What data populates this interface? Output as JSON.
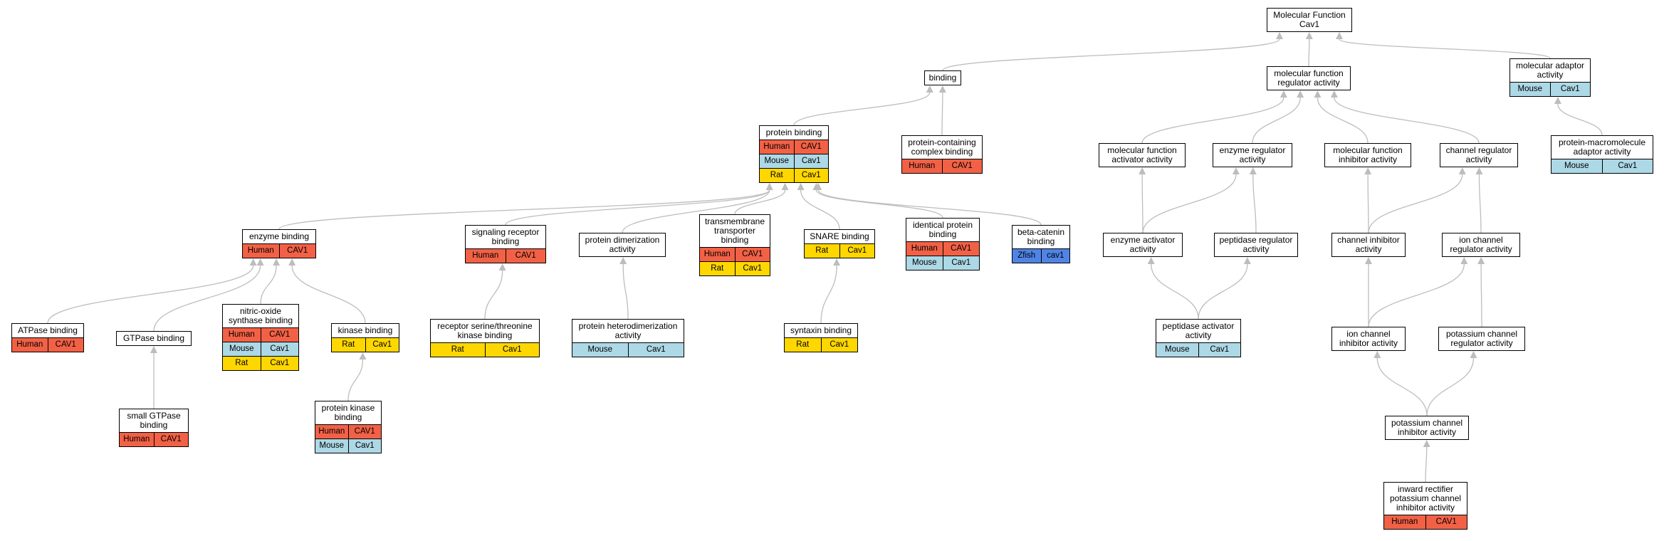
{
  "diagram": {
    "title": "",
    "colors": {
      "human": "#f26146",
      "mouse": "#add8e6",
      "rat": "#ffd700",
      "zfish": "#4f84e6",
      "edge": "#bdbdbd"
    },
    "nodes": [
      {
        "id": "mf",
        "label": "Molecular Function\nCav1",
        "rows": []
      },
      {
        "id": "binding",
        "label": "binding",
        "rows": []
      },
      {
        "id": "mfra",
        "label": "molecular function\nregulator activity",
        "rows": []
      },
      {
        "id": "maa",
        "label": "molecular adaptor\nactivity",
        "rows": [
          {
            "species": "Mouse",
            "gene": "Cav1",
            "c": "mouse"
          }
        ]
      },
      {
        "id": "pb",
        "label": "protein binding",
        "rows": [
          {
            "species": "Human",
            "gene": "CAV1",
            "c": "human"
          },
          {
            "species": "Mouse",
            "gene": "Cav1",
            "c": "mouse"
          },
          {
            "species": "Rat",
            "gene": "Cav1",
            "c": "rat"
          }
        ]
      },
      {
        "id": "pccb",
        "label": "protein-containing\ncomplex binding",
        "rows": [
          {
            "species": "Human",
            "gene": "CAV1",
            "c": "human"
          }
        ]
      },
      {
        "id": "mfaa",
        "label": "molecular function\nactivator activity",
        "rows": []
      },
      {
        "id": "era",
        "label": "enzyme regulator\nactivity",
        "rows": []
      },
      {
        "id": "mfia",
        "label": "molecular function\ninhibitor activity",
        "rows": []
      },
      {
        "id": "cra",
        "label": "channel regulator\nactivity",
        "rows": []
      },
      {
        "id": "pmaa",
        "label": "protein-macromolecule\nadaptor activity",
        "rows": [
          {
            "species": "Mouse",
            "gene": "Cav1",
            "c": "mouse"
          }
        ]
      },
      {
        "id": "eb",
        "label": "enzyme binding",
        "rows": [
          {
            "species": "Human",
            "gene": "CAV1",
            "c": "human"
          }
        ]
      },
      {
        "id": "srb",
        "label": "signaling receptor\nbinding",
        "rows": [
          {
            "species": "Human",
            "gene": "CAV1",
            "c": "human"
          }
        ]
      },
      {
        "id": "pda",
        "label": "protein dimerization\nactivity",
        "rows": []
      },
      {
        "id": "ttb",
        "label": "transmembrane\ntransporter\nbinding",
        "rows": [
          {
            "species": "Human",
            "gene": "CAV1",
            "c": "human"
          },
          {
            "species": "Rat",
            "gene": "Cav1",
            "c": "rat"
          }
        ]
      },
      {
        "id": "snare",
        "label": "SNARE binding",
        "rows": [
          {
            "species": "Rat",
            "gene": "Cav1",
            "c": "rat"
          }
        ]
      },
      {
        "id": "ipb",
        "label": "identical protein\nbinding",
        "rows": [
          {
            "species": "Human",
            "gene": "CAV1",
            "c": "human"
          },
          {
            "species": "Mouse",
            "gene": "Cav1",
            "c": "mouse"
          }
        ]
      },
      {
        "id": "bcb",
        "label": "beta-catenin\nbinding",
        "rows": [
          {
            "species": "Zfish",
            "gene": "cav1",
            "c": "zfish"
          }
        ]
      },
      {
        "id": "eaa",
        "label": "enzyme activator\nactivity",
        "rows": []
      },
      {
        "id": "pra",
        "label": "peptidase regulator\nactivity",
        "rows": []
      },
      {
        "id": "cia",
        "label": "channel inhibitor\nactivity",
        "rows": []
      },
      {
        "id": "icra",
        "label": "ion channel\nregulator activity",
        "rows": []
      },
      {
        "id": "atp",
        "label": "ATPase binding",
        "rows": [
          {
            "species": "Human",
            "gene": "CAV1",
            "c": "human"
          }
        ]
      },
      {
        "id": "gtp",
        "label": "GTPase binding",
        "rows": []
      },
      {
        "id": "nos",
        "label": "nitric-oxide\nsynthase binding",
        "rows": [
          {
            "species": "Human",
            "gene": "CAV1",
            "c": "human"
          },
          {
            "species": "Mouse",
            "gene": "Cav1",
            "c": "mouse"
          },
          {
            "species": "Rat",
            "gene": "Cav1",
            "c": "rat"
          }
        ]
      },
      {
        "id": "kb",
        "label": "kinase binding",
        "rows": [
          {
            "species": "Rat",
            "gene": "Cav1",
            "c": "rat"
          }
        ]
      },
      {
        "id": "rstk",
        "label": "receptor serine/threonine\nkinase binding",
        "rows": [
          {
            "species": "Rat",
            "gene": "Cav1",
            "c": "rat"
          }
        ]
      },
      {
        "id": "phda",
        "label": "protein heterodimerization\nactivity",
        "rows": [
          {
            "species": "Mouse",
            "gene": "Cav1",
            "c": "mouse"
          }
        ]
      },
      {
        "id": "stx",
        "label": "syntaxin binding",
        "rows": [
          {
            "species": "Rat",
            "gene": "Cav1",
            "c": "rat"
          }
        ]
      },
      {
        "id": "paa",
        "label": "peptidase activator\nactivity",
        "rows": [
          {
            "species": "Mouse",
            "gene": "Cav1",
            "c": "mouse"
          }
        ]
      },
      {
        "id": "icia",
        "label": "ion channel\ninhibitor activity",
        "rows": []
      },
      {
        "id": "kcra",
        "label": "potassium channel\nregulator activity",
        "rows": []
      },
      {
        "id": "sgtp",
        "label": "small GTPase\nbinding",
        "rows": [
          {
            "species": "Human",
            "gene": "CAV1",
            "c": "human"
          }
        ]
      },
      {
        "id": "pkb",
        "label": "protein kinase\nbinding",
        "rows": [
          {
            "species": "Human",
            "gene": "CAV1",
            "c": "human"
          },
          {
            "species": "Mouse",
            "gene": "Cav1",
            "c": "mouse"
          }
        ]
      },
      {
        "id": "kcia",
        "label": "potassium channel\ninhibitor activity",
        "rows": []
      },
      {
        "id": "irk",
        "label": "inward rectifier\npotassium channel\ninhibitor activity",
        "rows": [
          {
            "species": "Human",
            "gene": "CAV1",
            "c": "human"
          }
        ]
      }
    ],
    "edges": [
      [
        "binding",
        "mf"
      ],
      [
        "mfra",
        "mf"
      ],
      [
        "maa",
        "mf"
      ],
      [
        "pb",
        "binding"
      ],
      [
        "pccb",
        "binding"
      ],
      [
        "mfaa",
        "mfra"
      ],
      [
        "era",
        "mfra"
      ],
      [
        "mfia",
        "mfra"
      ],
      [
        "cra",
        "mfra"
      ],
      [
        "pmaa",
        "maa"
      ],
      [
        "eb",
        "pb"
      ],
      [
        "srb",
        "pb"
      ],
      [
        "pda",
        "pb"
      ],
      [
        "ttb",
        "pb"
      ],
      [
        "snare",
        "pb"
      ],
      [
        "ipb",
        "pb"
      ],
      [
        "bcb",
        "pb"
      ],
      [
        "eaa",
        "mfaa"
      ],
      [
        "eaa",
        "era"
      ],
      [
        "pra",
        "era"
      ],
      [
        "cia",
        "mfia"
      ],
      [
        "cia",
        "cra"
      ],
      [
        "icra",
        "cra"
      ],
      [
        "atp",
        "eb"
      ],
      [
        "gtp",
        "eb"
      ],
      [
        "nos",
        "eb"
      ],
      [
        "kb",
        "eb"
      ],
      [
        "rstk",
        "srb"
      ],
      [
        "phda",
        "pda"
      ],
      [
        "stx",
        "snare"
      ],
      [
        "paa",
        "eaa"
      ],
      [
        "paa",
        "pra"
      ],
      [
        "icia",
        "cia"
      ],
      [
        "icia",
        "icra"
      ],
      [
        "kcra",
        "icra"
      ],
      [
        "sgtp",
        "gtp"
      ],
      [
        "pkb",
        "kb"
      ],
      [
        "kcia",
        "icia"
      ],
      [
        "kcia",
        "kcra"
      ],
      [
        "irk",
        "kcia"
      ]
    ]
  }
}
